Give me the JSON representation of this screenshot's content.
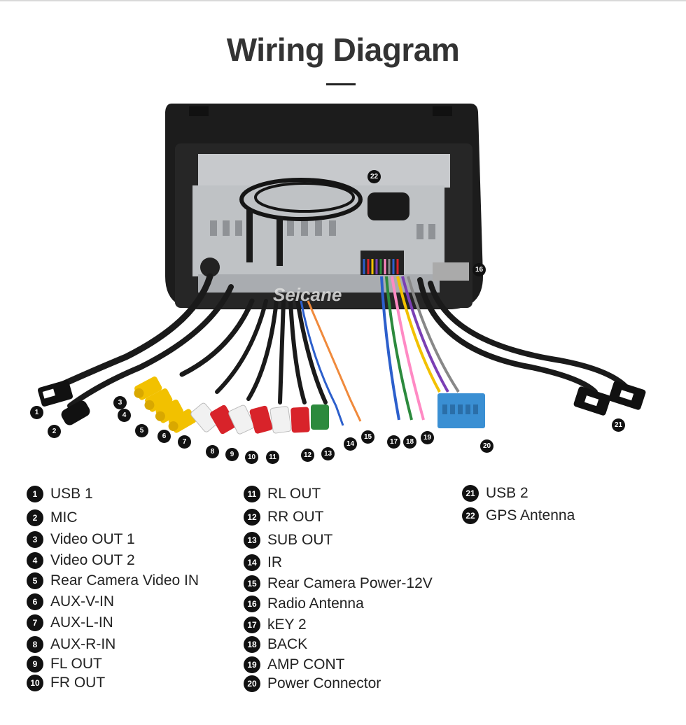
{
  "title": "Wiring Diagram",
  "watermark": "Seicane",
  "colors": {
    "title": "#333333",
    "bezel": "#1c1c1c",
    "chassis": "#c7c9cc",
    "cable": "#1a1a1a",
    "rca_yellow": "#f2c100",
    "rca_white": "#f1f1f1",
    "rca_red": "#d8232a",
    "rca_green": "#2c8a3d",
    "connector_blue": "#3a8fd3",
    "marker": "#111111"
  },
  "markers": [
    "1",
    "2",
    "3",
    "4",
    "5",
    "6",
    "7",
    "8",
    "9",
    "10",
    "11",
    "12",
    "13",
    "14",
    "15",
    "16",
    "17",
    "18",
    "19",
    "20",
    "21",
    "22"
  ],
  "legend": [
    {
      "n": "1",
      "label": "USB 1"
    },
    {
      "n": "2",
      "label": "MIC"
    },
    {
      "n": "3",
      "label": "Video OUT 1"
    },
    {
      "n": "4",
      "label": "Video OUT 2"
    },
    {
      "n": "5",
      "label": "Rear Camera Video IN"
    },
    {
      "n": "6",
      "label": "AUX-V-IN"
    },
    {
      "n": "7",
      "label": "AUX-L-IN"
    },
    {
      "n": "8",
      "label": "AUX-R-IN"
    },
    {
      "n": "9",
      "label": "FL OUT"
    },
    {
      "n": "10",
      "label": "FR OUT"
    },
    {
      "n": "11",
      "label": "RL OUT"
    },
    {
      "n": "12",
      "label": "RR OUT"
    },
    {
      "n": "13",
      "label": "SUB OUT"
    },
    {
      "n": "14",
      "label": "IR"
    },
    {
      "n": "15",
      "label": "Rear Camera Power-12V"
    },
    {
      "n": "16",
      "label": "Radio Antenna"
    },
    {
      "n": "17",
      "label": "kEY 2"
    },
    {
      "n": "18",
      "label": "BACK"
    },
    {
      "n": "19",
      "label": "AMP CONT"
    },
    {
      "n": "20",
      "label": "Power Connector"
    },
    {
      "n": "21",
      "label": "USB 2"
    },
    {
      "n": "22",
      "label": "GPS Antenna"
    }
  ]
}
